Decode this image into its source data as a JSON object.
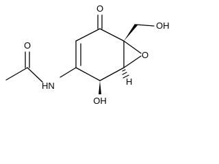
{
  "molecule": {
    "atom_labels": {
      "ketone_oxygen": "O",
      "hydroxymethyl_group": "OH",
      "epoxide_oxygen": "O",
      "epoxide_hydrogen": "H",
      "ring_hydroxyl": "OH",
      "amide_nitrogen": "HN",
      "acetyl_oxygen": "O"
    }
  }
}
